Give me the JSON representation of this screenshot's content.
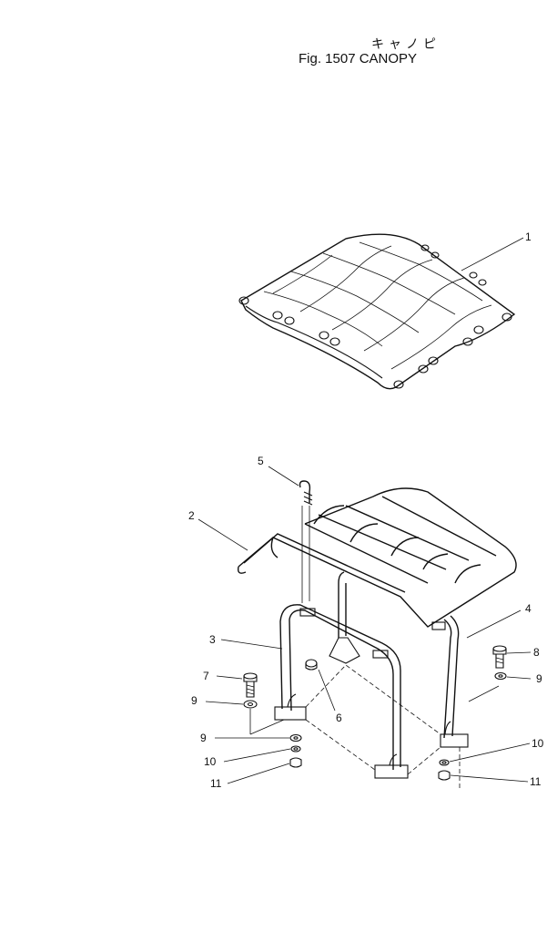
{
  "title": {
    "japanese": "キャノピ",
    "english": "Fig. 1507  CANOPY"
  },
  "callouts": [
    {
      "id": "c1",
      "label": "1"
    },
    {
      "id": "c2",
      "label": "2"
    },
    {
      "id": "c3",
      "label": "3"
    },
    {
      "id": "c4",
      "label": "4"
    },
    {
      "id": "c5",
      "label": "5"
    },
    {
      "id": "c6",
      "label": "6"
    },
    {
      "id": "c7",
      "label": "7"
    },
    {
      "id": "c8",
      "label": "8"
    },
    {
      "id": "c9a",
      "label": "9"
    },
    {
      "id": "c9b",
      "label": "9"
    },
    {
      "id": "c9c",
      "label": "9"
    },
    {
      "id": "c10a",
      "label": "10"
    },
    {
      "id": "c10b",
      "label": "10"
    },
    {
      "id": "c11a",
      "label": "11"
    },
    {
      "id": "c11b",
      "label": "11"
    }
  ]
}
